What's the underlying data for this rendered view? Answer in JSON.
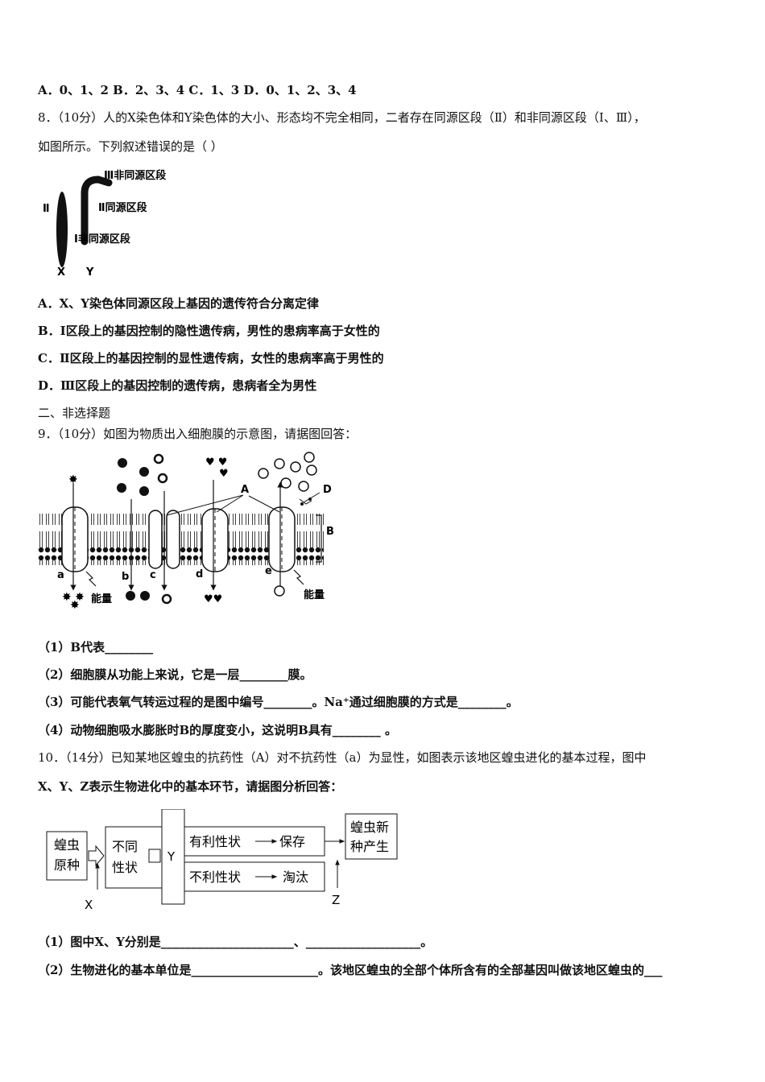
{
  "q7": {
    "options": "A．0、1、2   B．2、3、4   C．1、3   D．0、1、2、3、4"
  },
  "q8": {
    "stem1": "8．（10分）人的X染色体和Y染色体的大小、形态均不完全相同，二者存在同源区段（Ⅱ）和非同源区段（Ⅰ、Ⅲ），",
    "stem2": "如图所示。下列叙述错误的是（    ）",
    "figure": {
      "label_III": "Ⅲ非同源区段",
      "label_II_left": "Ⅱ",
      "label_II": "Ⅱ同源区段",
      "label_I": "Ⅰ非同源区段",
      "label_X": "X",
      "label_Y": "Y"
    },
    "optA": "A．X、Y染色体同源区段上基因的遗传符合分离定律",
    "optB": "B．Ⅰ区段上的基因控制的隐性遗传病，男性的患病率高于女性的",
    "optC": "C．Ⅱ区段上的基因控制的显性遗传病，女性的患病率高于男性的",
    "optD": "D．Ⅲ区段上的基因控制的遗传病，患病者全为男性"
  },
  "section2": "二、非选择题",
  "q9": {
    "stem": "9．（10分）如图为物质出入细胞膜的示意图，请据图回答：",
    "figure": {
      "A": "A",
      "B": "B",
      "D": "D",
      "a": "a",
      "b": "b",
      "c": "c",
      "d": "d",
      "e": "e",
      "energy1": "能量",
      "energy2": "能量"
    },
    "p1": "（1）B代表________",
    "p2": "（2）细胞膜从功能上来说，它是一层________膜。",
    "p3": "（3）可能代表氧气转运过程的是图中编号________。Na⁺通过细胞膜的方式是________。",
    "p4": "（4）动物细胞吸水膨胀时B的厚度变小，这说明B具有________ 。"
  },
  "q10": {
    "stem1": "10．（14分）已知某地区蝗虫的抗药性（A）对不抗药性（a）为显性，如图表示该地区蝗虫进化的基本过程，图中",
    "stem2": "X、Y、Z表示生物进化中的基本环节，请据图分析回答：",
    "figure": {
      "box1a": "蝗虫",
      "box1b": "原种",
      "box2a": "不同",
      "box2b": "性状",
      "Y": "Y",
      "fav": "有利性状",
      "keep": "保存",
      "unfav": "不利性状",
      "elim": "淘汰",
      "new_a": "蝗虫新",
      "new_b": "种产生",
      "X": "X",
      "Z": "Z"
    },
    "p1": "（1）图中X、Y分别是______________________、___________________。",
    "p2": "（2）生物进化的基本单位是_____________________。该地区蝗虫的全部个体所含有的全部基因叫做该地区蝗虫的___"
  }
}
